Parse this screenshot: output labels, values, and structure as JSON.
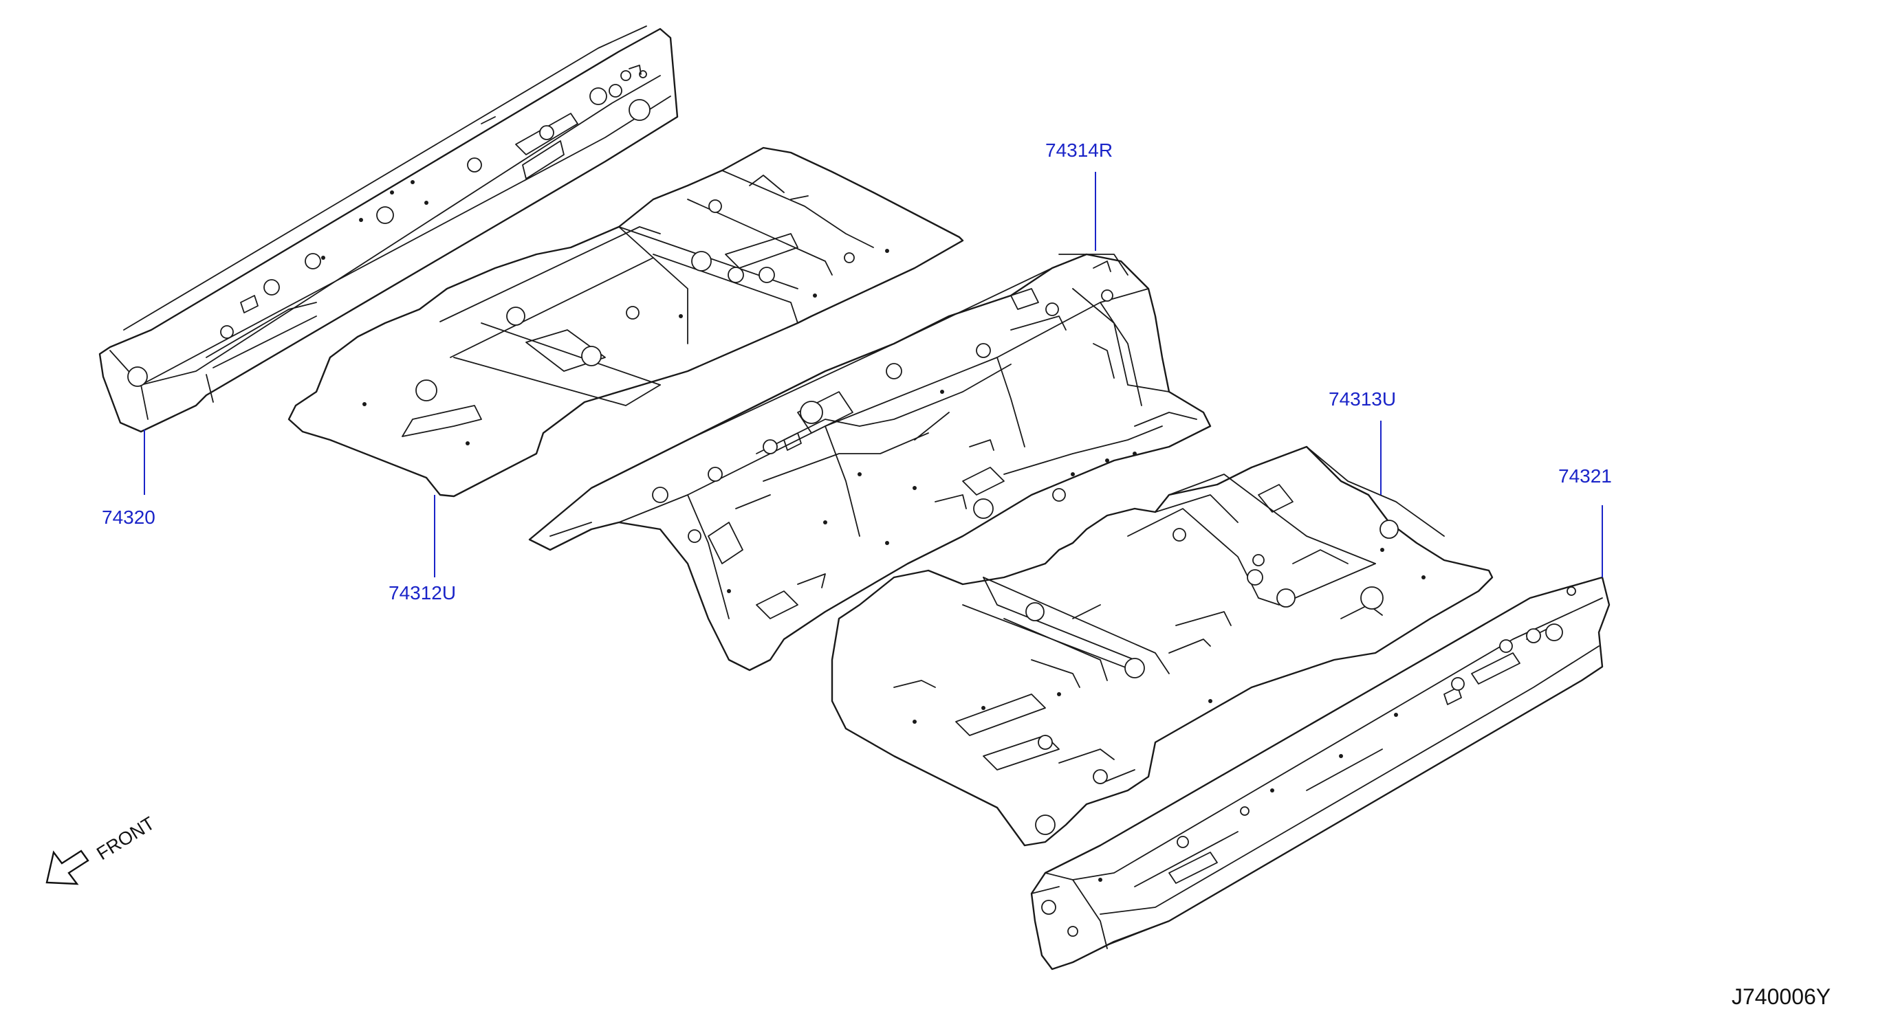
{
  "callouts": {
    "p74320": "74320",
    "p74312u": "74312U",
    "p74314r": "74314R",
    "p74313u": "74313U",
    "p74321": "74321"
  },
  "orientation": {
    "label": "FRONT"
  },
  "figure_id": "J740006Y",
  "colors": {
    "callout": "#1a24c8",
    "line": "#1a1a1a",
    "background": "#ffffff"
  }
}
